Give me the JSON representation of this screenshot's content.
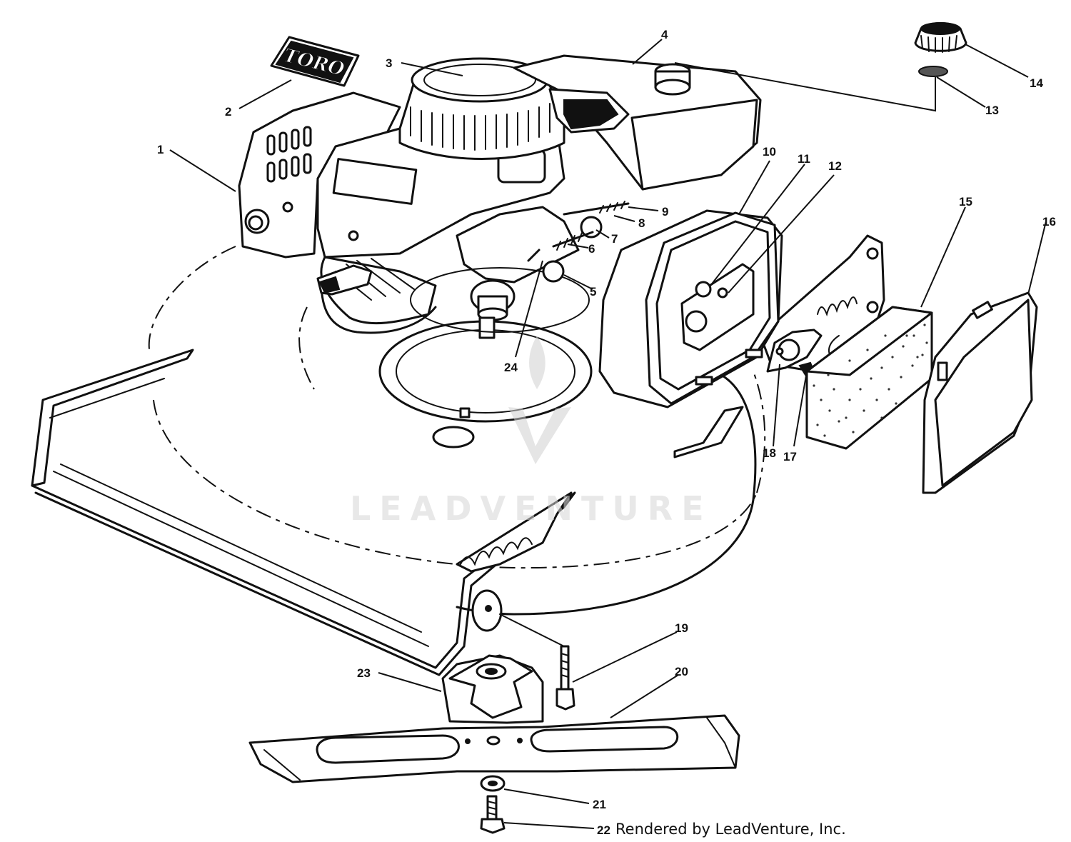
{
  "diagram": {
    "logo_text": "TORO",
    "watermark": "LEADVENTURE",
    "credit": "Rendered by LeadVenture, Inc.",
    "callouts": {
      "c1": "1",
      "c2": "2",
      "c3": "3",
      "c4": "4",
      "c5": "5",
      "c6": "6",
      "c7": "7",
      "c8": "8",
      "c9": "9",
      "c10": "10",
      "c11": "11",
      "c12": "12",
      "c13": "13",
      "c14": "14",
      "c15": "15",
      "c16": "16",
      "c17": "17",
      "c18": "18",
      "c19": "19",
      "c20": "20",
      "c21": "21",
      "c22": "22",
      "c23": "23",
      "c24": "24"
    }
  }
}
